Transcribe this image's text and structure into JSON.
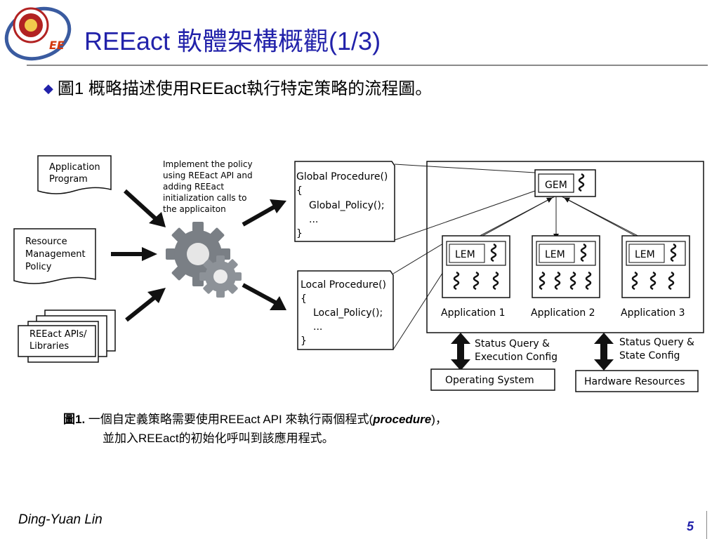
{
  "header": {
    "title": "REEact 軟體架構概觀(1/3)"
  },
  "bullet": {
    "text": "圖1 概略描述使用REEact執行特定策略的流程圖。"
  },
  "diagram": {
    "inputs": {
      "app_program": [
        "Application",
        "Program"
      ],
      "resource_policy": [
        "Resource",
        "Management",
        "Policy"
      ],
      "apis": [
        "REEact APIs/",
        "Libraries"
      ]
    },
    "implement_note": [
      "Implement the policy",
      "using REEact API and",
      "adding REEact",
      "initialization calls to",
      "the applicaiton"
    ],
    "global_proc": [
      "Global Procedure()",
      "{",
      "Global_Policy();",
      "...",
      "}"
    ],
    "local_proc": [
      "Local Procedure()",
      "{",
      "Local_Policy();",
      "...",
      "}"
    ],
    "gem": "GEM",
    "lem": "LEM",
    "apps": [
      "Application 1",
      "Application 2",
      "Application 3"
    ],
    "status_os": [
      "Status Query &",
      "Execution Config"
    ],
    "status_hw": [
      "Status Query &",
      "State Config"
    ],
    "os": "Operating System",
    "hw": "Hardware Resources"
  },
  "caption": {
    "fig": "圖1.",
    "part1": " 一個自定義策略需要使用REEact API 來執行兩個程式(",
    "proc": "procedure",
    "part2": ")，",
    "line2": "並加入REEact的初始化呼叫到該應用程式。"
  },
  "footer": {
    "author": "Ding-Yuan Lin",
    "page": "5"
  },
  "colors": {
    "title": "#2222aa",
    "logo_red": "#b22222",
    "logo_blue": "#3a5ba0"
  }
}
